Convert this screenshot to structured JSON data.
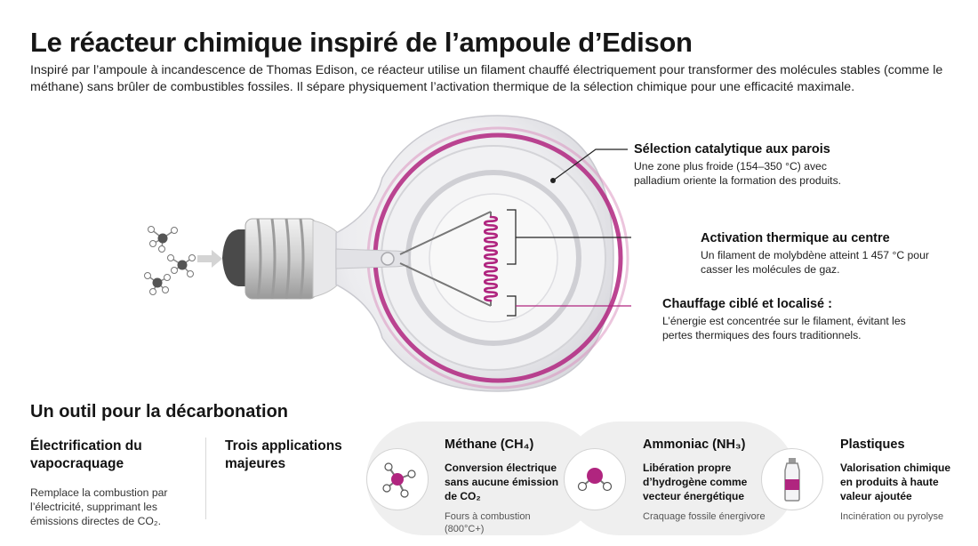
{
  "title": "Le réacteur chimique inspiré de l’ampoule d’Edison",
  "intro": "Inspiré par l’ampoule à incandescence de Thomas Edison, ce réacteur utilise un filament chauffé électriquement pour transformer des molécules stables (comme le méthane) sans brûler de combustibles fossiles. Il sépare physiquement l’activation thermique de la sélection chimique pour une efficacité maximale.",
  "callouts": [
    {
      "title": "Sélection catalytique aux parois",
      "text": "Une zone plus froide (154–350 °C) avec palladium oriente la formation des produits."
    },
    {
      "title": "Activation thermique au centre",
      "text": "Un filament de molybdène atteint 1 457 °C pour casser les molécules de gaz."
    },
    {
      "title": "Chauffage ciblé et localisé :",
      "text": "L’énergie est concentrée sur le filament, évitant les pertes thermiques des fours traditionnels."
    }
  ],
  "section_title": "Un outil pour la décarbonation",
  "col1": {
    "head": "Électrification du vapocraquage",
    "body": "Remplace la combustion par l’électricité, supprimant les émissions directes de CO₂."
  },
  "col2": {
    "head": "Trois applications majeures"
  },
  "applications": [
    {
      "title": "Méthane (CH₄)",
      "subtitle": "Conversion électrique sans aucune émission de CO₂",
      "note": "Fours à combustion (800°C+)"
    },
    {
      "title": "Ammoniac (NH₃)",
      "subtitle": "Libération propre d’hydrogène comme vecteur énergétique",
      "note": "Craquage fossile énergivore"
    },
    {
      "title": "Plastiques",
      "subtitle": "Valorisation chimique en produits à haute valeur ajoutée",
      "note": "Incinération ou pyrolyse"
    }
  ],
  "colors": {
    "accent": "#b0257f",
    "glass": "#e9e9ec",
    "text": "#161616"
  },
  "icons": [
    "methane-molecule-icon",
    "ammonia-molecule-icon",
    "plastic-bottle-icon",
    "filament-coil-icon"
  ]
}
